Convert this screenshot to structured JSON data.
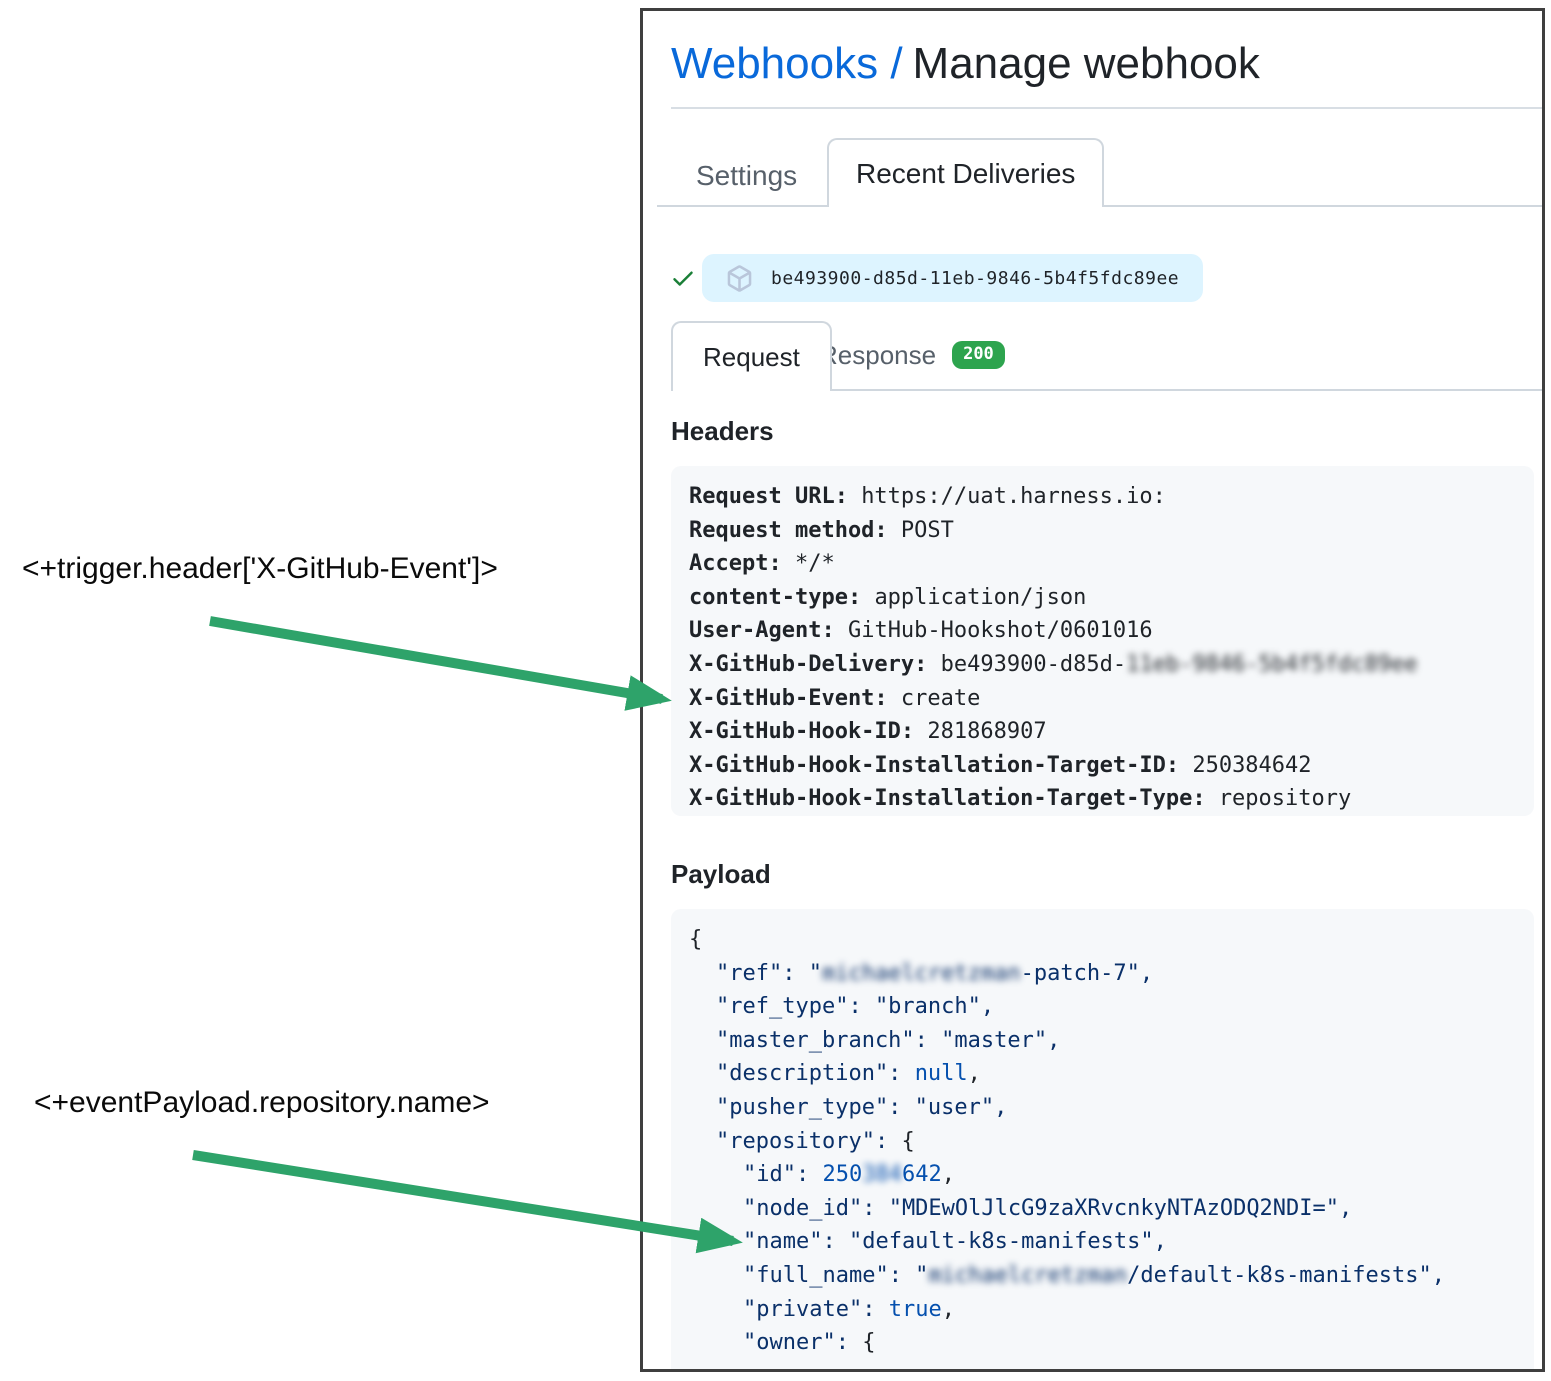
{
  "annotations": {
    "trigger_header": {
      "label": "<+trigger.header['X-GitHub-Event']>"
    },
    "event_payload": {
      "label": "<+eventPayload.repository.name>"
    }
  },
  "panel": {
    "breadcrumb": {
      "link": "Webhooks /",
      "current": "Manage webhook"
    },
    "tabs": [
      {
        "label": "Settings",
        "active": false
      },
      {
        "label": "Recent Deliveries",
        "active": true
      }
    ],
    "delivery": {
      "guid": "be493900-d85d-11eb-9846-5b4f5fdc89ee"
    },
    "subtabs": {
      "request": "Request",
      "response": "Response",
      "response_status": "200"
    },
    "headers": {
      "title": "Headers",
      "entries": [
        {
          "name": "Request URL",
          "value": "https://uat.harness.io:"
        },
        {
          "name": "Request method",
          "value": "POST"
        },
        {
          "name": "Accept",
          "value": "*/*"
        },
        {
          "name": "content-type",
          "value": "application/json"
        },
        {
          "name": "User-Agent",
          "value": "GitHub-Hookshot/0601016"
        },
        {
          "name": "X-GitHub-Delivery",
          "value": "be493900-d85d-",
          "value_redacted": "11eb-9846-5b4f5fdc89ee"
        },
        {
          "name": "X-GitHub-Event",
          "value": "create"
        },
        {
          "name": "X-GitHub-Hook-ID",
          "value": "281868907"
        },
        {
          "name": "X-GitHub-Hook-Installation-Target-ID",
          "value": "250384642"
        },
        {
          "name": "X-GitHub-Hook-Installation-Target-Type",
          "value": "repository"
        }
      ]
    },
    "payload": {
      "title": "Payload",
      "lines": [
        {
          "indent": 0,
          "segments": [
            {
              "t": "{",
              "s": "plain"
            }
          ]
        },
        {
          "indent": 1,
          "segments": [
            {
              "t": "\"ref\": \"",
              "s": "string"
            },
            {
              "t": "michaelcretzman",
              "s": "string",
              "r": true
            },
            {
              "t": "-patch-7\",",
              "s": "string"
            }
          ]
        },
        {
          "indent": 1,
          "segments": [
            {
              "t": "\"ref_type\": \"branch\",",
              "s": "string"
            }
          ]
        },
        {
          "indent": 1,
          "segments": [
            {
              "t": "\"master_branch\": \"master\",",
              "s": "string"
            }
          ]
        },
        {
          "indent": 1,
          "segments": [
            {
              "t": "\"description\": ",
              "s": "string"
            },
            {
              "t": "null",
              "s": "const"
            },
            {
              "t": ",",
              "s": "plain"
            }
          ]
        },
        {
          "indent": 1,
          "segments": [
            {
              "t": "\"pusher_type\": \"user\",",
              "s": "string"
            }
          ]
        },
        {
          "indent": 1,
          "segments": [
            {
              "t": "\"repository\": ",
              "s": "string"
            },
            {
              "t": "{",
              "s": "plain"
            }
          ]
        },
        {
          "indent": 2,
          "segments": [
            {
              "t": "\"id\": ",
              "s": "string"
            },
            {
              "t": "250",
              "s": "const"
            },
            {
              "t": "384",
              "s": "const",
              "r": true
            },
            {
              "t": "642",
              "s": "const"
            },
            {
              "t": ",",
              "s": "plain"
            }
          ]
        },
        {
          "indent": 2,
          "segments": [
            {
              "t": "\"node_id\": \"MDEwOlJlcG9zaXRvcnkyNTAzODQ2NDI=\",",
              "s": "string"
            }
          ]
        },
        {
          "indent": 2,
          "segments": [
            {
              "t": "\"name\": \"default-k8s-manifests\",",
              "s": "string"
            }
          ]
        },
        {
          "indent": 2,
          "segments": [
            {
              "t": "\"full_name\": \"",
              "s": "string"
            },
            {
              "t": "michaelcretzman",
              "s": "string",
              "r": true
            },
            {
              "t": "/default-k8s-manifests\",",
              "s": "string"
            }
          ]
        },
        {
          "indent": 2,
          "segments": [
            {
              "t": "\"private\": ",
              "s": "string"
            },
            {
              "t": "true",
              "s": "const"
            },
            {
              "t": ",",
              "s": "plain"
            }
          ]
        },
        {
          "indent": 2,
          "segments": [
            {
              "t": "\"owner\": ",
              "s": "string"
            },
            {
              "t": "{",
              "s": "plain"
            }
          ]
        }
      ]
    }
  },
  "colors": {
    "accent_blue": "#0969da",
    "title_text": "#1f2328",
    "muted_text": "#57606a",
    "success_green": "#1a7f37",
    "badge_green": "#2da44e",
    "arrow_green": "#2ea36a",
    "json_string": "#0a3069",
    "json_constant": "#0550ae",
    "box_bg": "#f6f8fa",
    "border_gray": "#d0d7de",
    "pill_bg": "#ddf4ff",
    "panel_border": "#3f3f3f",
    "package_icon": "#b9c6da"
  }
}
